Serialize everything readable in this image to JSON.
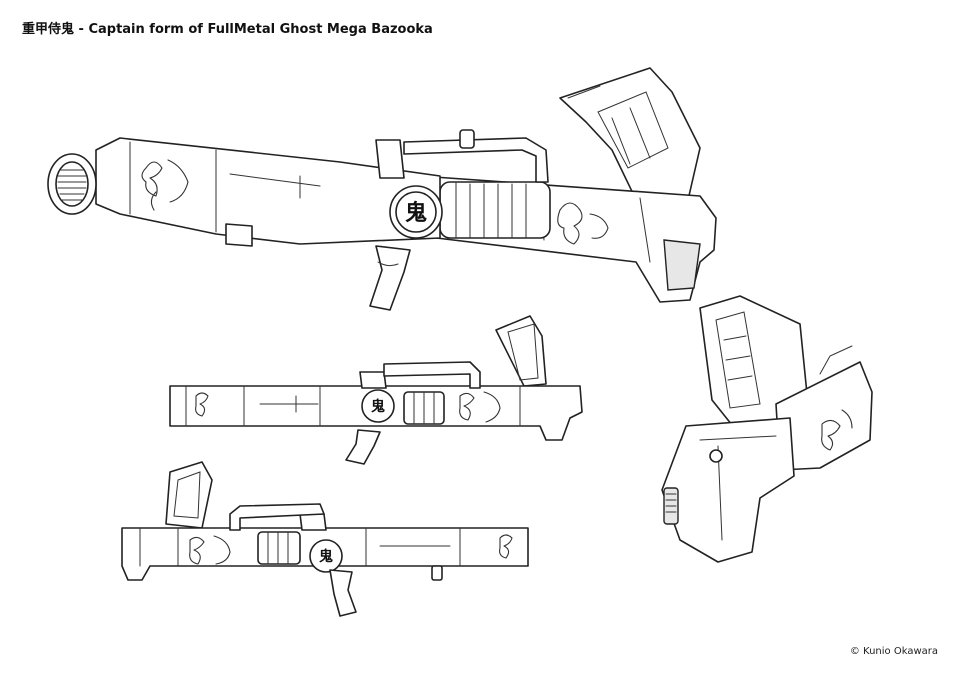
{
  "header": {
    "title": "重甲侍鬼 - Captain form of FullMetal Ghost Mega Bazooka"
  },
  "emblem": {
    "glyph": "鬼"
  },
  "footer": {
    "credit": "© Kunio Okawara"
  },
  "colors": {
    "line": "#222222",
    "background": "#ffffff"
  }
}
